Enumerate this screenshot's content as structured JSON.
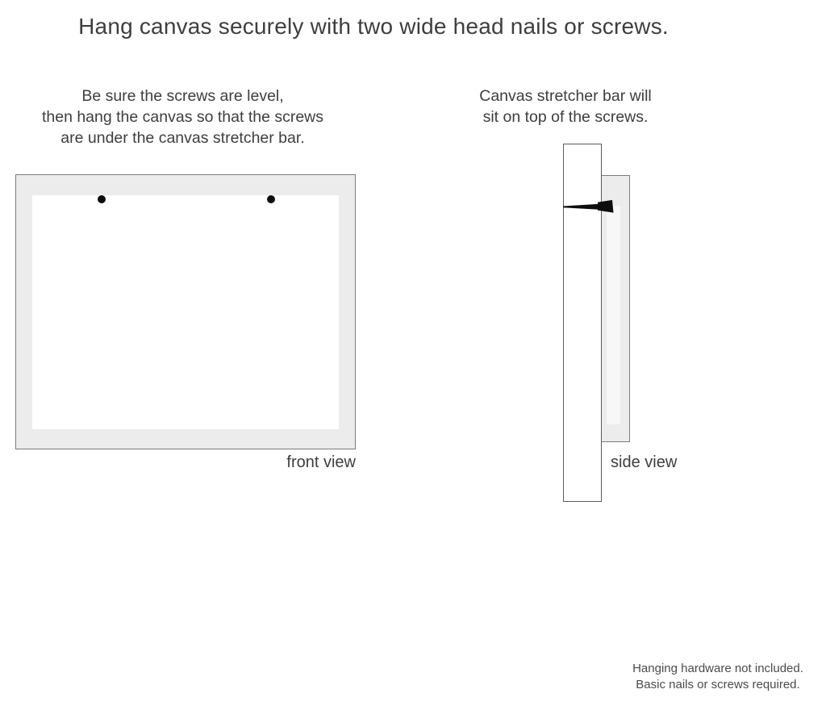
{
  "title": "Hang canvas securely with two wide head nails or screws.",
  "instructions": {
    "left": {
      "lines": [
        "Be sure the screws are level,",
        "then hang the canvas so that the screws",
        "are under the canvas stretcher bar."
      ]
    },
    "right": {
      "lines": [
        "Canvas stretcher bar will",
        "sit on top of the screws."
      ]
    }
  },
  "figures": {
    "front_view": {
      "label": "front view",
      "screw_count": 2
    },
    "side_view": {
      "label": "side view",
      "nail_count": 1
    }
  },
  "footnote": {
    "lines": [
      "Hanging hardware not included.",
      "Basic nails or screws required."
    ]
  },
  "colors": {
    "text": "#3e3e3e",
    "frame_fill": "#ececec",
    "frame_border": "#7c7c7c",
    "wall_border": "#5c5c5c",
    "canvas_face": "#ffffff",
    "side_inner": "#f7f7f7",
    "nail": "#0d0d0d",
    "footnote_text": "#4b4b4b"
  }
}
